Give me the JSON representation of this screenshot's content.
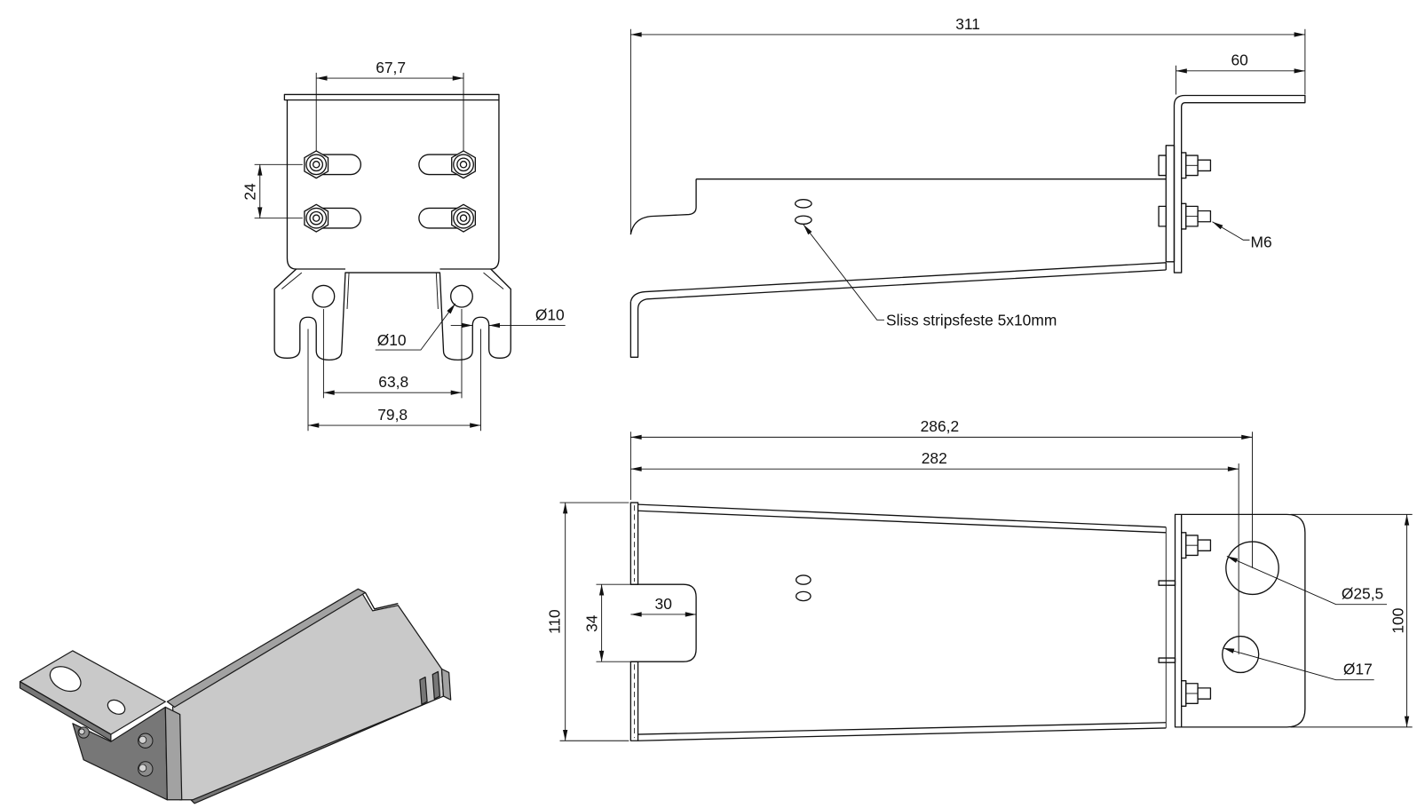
{
  "front_view": {
    "dim_slot_spacing_top": "67,7",
    "dim_slot_spacing_vertical": "24",
    "dim_hole_spacing": "63,8",
    "dim_leg_slot_spacing": "79,8",
    "hole_diameter": "Ø10",
    "leg_slot_width": "Ø10"
  },
  "side_view": {
    "dim_total_length": "311",
    "dim_flange_length": "60",
    "bolt_label": "M6",
    "slot_note": "Sliss stripsfeste 5x10mm"
  },
  "top_view": {
    "dim_length_outer": "286,2",
    "dim_length_inner": "282",
    "dim_height_left": "110",
    "dim_notch_height": "34",
    "dim_notch_depth": "30",
    "large_hole_diameter": "Ø25,5",
    "small_hole_diameter": "Ø17",
    "dim_plate_height": "100"
  }
}
